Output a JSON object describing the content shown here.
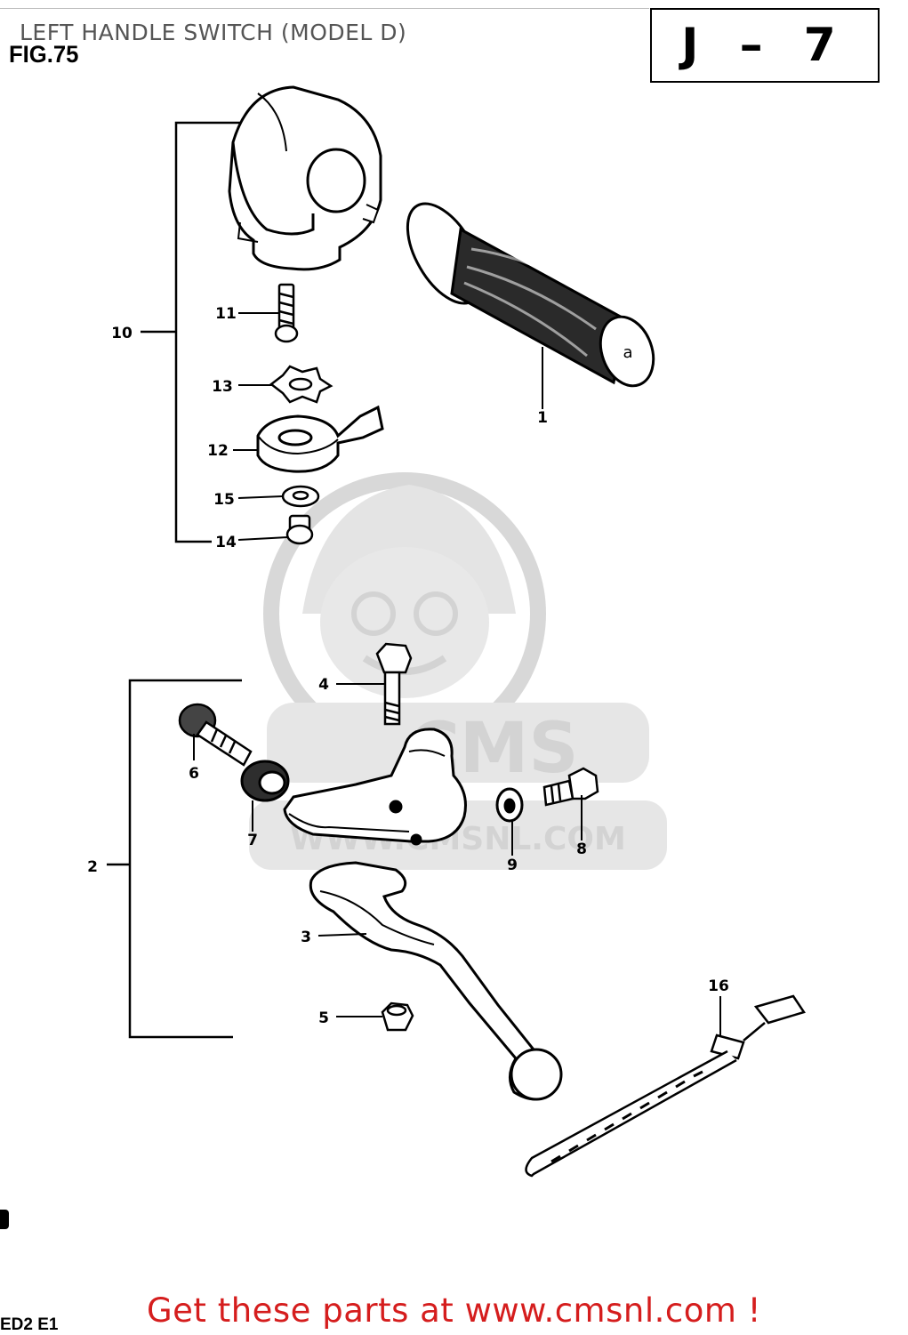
{
  "header": {
    "title": "LEFT HANDLE SWITCH (MODEL D)",
    "figure": "FIG.75",
    "section_code": "J – 7"
  },
  "callouts": [
    {
      "number": "1",
      "part": "grip"
    },
    {
      "number": "2",
      "part": "clutch-lever-assembly"
    },
    {
      "number": "3",
      "part": "clutch-lever"
    },
    {
      "number": "4",
      "part": "pivot-bolt"
    },
    {
      "number": "5",
      "part": "nut"
    },
    {
      "number": "6",
      "part": "adjuster-bolt"
    },
    {
      "number": "7",
      "part": "adjuster-nut"
    },
    {
      "number": "8",
      "part": "bolt"
    },
    {
      "number": "9",
      "part": "washer"
    },
    {
      "number": "10",
      "part": "left-handle-switch-assembly"
    },
    {
      "number": "11",
      "part": "screw"
    },
    {
      "number": "12",
      "part": "choke-lever"
    },
    {
      "number": "13",
      "part": "star-washer"
    },
    {
      "number": "14",
      "part": "screw"
    },
    {
      "number": "15",
      "part": "washer"
    },
    {
      "number": "16",
      "part": "cable-tie"
    }
  ],
  "watermark": {
    "brand": "CMS",
    "url": "WWW.CMSNL.COM"
  },
  "footer": {
    "code": "ED2 E1",
    "promo": "Get these parts at www.cmsnl.com !"
  },
  "colors": {
    "line": "#000000",
    "promo": "#d51d1d",
    "watermark": "#cfcfcf",
    "title": "#555555"
  }
}
